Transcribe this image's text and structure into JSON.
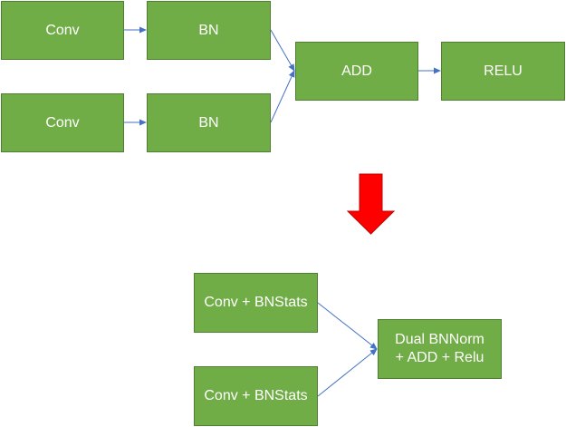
{
  "colors": {
    "node_fill": "#70ad47",
    "node_border": "#507e32",
    "node_text": "#ffffff",
    "edge": "#4472c4",
    "transform_arrow": "#ff0000"
  },
  "top_graph": {
    "conv_a": "Conv",
    "bn_a": "BN",
    "conv_b": "Conv",
    "bn_b": "BN",
    "add": "ADD",
    "relu": "RELU"
  },
  "bottom_graph": {
    "conv_bnstats_a": "Conv + BNStats",
    "conv_bnstats_b": "Conv + BNStats",
    "fused": "Dual BNNorm\n+ ADD + Relu"
  },
  "transform_arrow_icon": "down-arrow-icon"
}
